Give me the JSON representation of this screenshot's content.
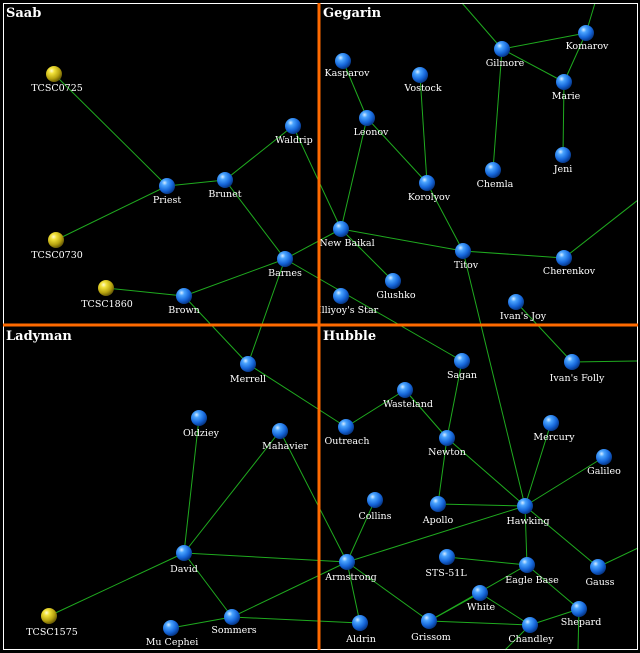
{
  "colors": {
    "background": "#000000",
    "divider": "#ff6a00",
    "route": "#1faa1f",
    "system_blue": "#1f7fe8",
    "system_yellow": "#e6d21a",
    "label": "#ffffff"
  },
  "regions": [
    {
      "id": "saab",
      "name": "Saab"
    },
    {
      "id": "gegarin",
      "name": "Gegarin"
    },
    {
      "id": "ladyman",
      "name": "Ladyman"
    },
    {
      "id": "hubble",
      "name": "Hubble"
    }
  ],
  "systems": [
    {
      "id": "tcsc0725",
      "name": "TCSC0725",
      "type": "yellow"
    },
    {
      "id": "tcsc0730",
      "name": "TCSC0730",
      "type": "yellow"
    },
    {
      "id": "tcsc1860",
      "name": "TCSC1860",
      "type": "yellow"
    },
    {
      "id": "tcsc1575",
      "name": "TCSC1575",
      "type": "yellow"
    },
    {
      "id": "priest",
      "name": "Priest",
      "type": "blue"
    },
    {
      "id": "brunet",
      "name": "Brunet",
      "type": "blue"
    },
    {
      "id": "waldrip",
      "name": "Waldrip",
      "type": "blue"
    },
    {
      "id": "barnes",
      "name": "Barnes",
      "type": "blue"
    },
    {
      "id": "brown",
      "name": "Brown",
      "type": "blue"
    },
    {
      "id": "kasparov",
      "name": "Kasparov",
      "type": "blue"
    },
    {
      "id": "vostock",
      "name": "Vostock",
      "type": "blue"
    },
    {
      "id": "leonov",
      "name": "Leonov",
      "type": "blue"
    },
    {
      "id": "gilmore",
      "name": "Gilmore",
      "type": "blue"
    },
    {
      "id": "komarov",
      "name": "Komarov",
      "type": "blue"
    },
    {
      "id": "marie",
      "name": "Marie",
      "type": "blue"
    },
    {
      "id": "chemla",
      "name": "Chemla",
      "type": "blue"
    },
    {
      "id": "jeni",
      "name": "Jeni",
      "type": "blue"
    },
    {
      "id": "korolyov",
      "name": "Korolyov",
      "type": "blue"
    },
    {
      "id": "newbaikal",
      "name": "New Baikal",
      "type": "blue"
    },
    {
      "id": "titov",
      "name": "Titov",
      "type": "blue"
    },
    {
      "id": "cherenkov",
      "name": "Cherenkov",
      "type": "blue"
    },
    {
      "id": "glushko",
      "name": "Glushko",
      "type": "blue"
    },
    {
      "id": "illiyoy",
      "name": "Illiyoy's Star",
      "type": "blue"
    },
    {
      "id": "ivansjoy",
      "name": "Ivan's Joy",
      "type": "blue"
    },
    {
      "id": "merrell",
      "name": "Merrell",
      "type": "blue"
    },
    {
      "id": "oldziey",
      "name": "Oldziey",
      "type": "blue"
    },
    {
      "id": "mahavier",
      "name": "Mahavier",
      "type": "blue"
    },
    {
      "id": "david",
      "name": "David",
      "type": "blue"
    },
    {
      "id": "sommers",
      "name": "Sommers",
      "type": "blue"
    },
    {
      "id": "mucephei",
      "name": "Mu Cephei",
      "type": "blue"
    },
    {
      "id": "sagan",
      "name": "Sagan",
      "type": "blue"
    },
    {
      "id": "ivansfolly",
      "name": "Ivan's Folly",
      "type": "blue"
    },
    {
      "id": "wasteland",
      "name": "Wasteland",
      "type": "blue"
    },
    {
      "id": "outreach",
      "name": "Outreach",
      "type": "blue"
    },
    {
      "id": "newton",
      "name": "Newton",
      "type": "blue"
    },
    {
      "id": "mercury",
      "name": "Mercury",
      "type": "blue"
    },
    {
      "id": "galileo",
      "name": "Galileo",
      "type": "blue"
    },
    {
      "id": "apollo",
      "name": "Apollo",
      "type": "blue"
    },
    {
      "id": "hawking",
      "name": "Hawking",
      "type": "blue"
    },
    {
      "id": "collins",
      "name": "Collins",
      "type": "blue"
    },
    {
      "id": "armstrong",
      "name": "Armstrong",
      "type": "blue"
    },
    {
      "id": "sts51l",
      "name": "STS-51L",
      "type": "blue"
    },
    {
      "id": "eaglebase",
      "name": "Eagle Base",
      "type": "blue"
    },
    {
      "id": "gauss",
      "name": "Gauss",
      "type": "blue"
    },
    {
      "id": "white",
      "name": "White",
      "type": "blue"
    },
    {
      "id": "shepard",
      "name": "Shepard",
      "type": "blue"
    },
    {
      "id": "aldrin",
      "name": "Aldrin",
      "type": "blue"
    },
    {
      "id": "grissom",
      "name": "Grissom",
      "type": "blue"
    },
    {
      "id": "chandley",
      "name": "Chandley",
      "type": "blue"
    }
  ],
  "routes": [
    [
      "tcsc0725",
      "priest"
    ],
    [
      "tcsc0730",
      "priest"
    ],
    [
      "priest",
      "brunet"
    ],
    [
      "brunet",
      "waldrip"
    ],
    [
      "brunet",
      "barnes"
    ],
    [
      "waldrip",
      "newbaikal"
    ],
    [
      "barnes",
      "brown"
    ],
    [
      "barnes",
      "newbaikal"
    ],
    [
      "barnes",
      "merrell"
    ],
    [
      "barnes",
      "sagan"
    ],
    [
      "tcsc1860",
      "brown"
    ],
    [
      "brown",
      "merrell"
    ],
    [
      "merrell",
      "outreach"
    ],
    [
      "kasparov",
      "leonov"
    ],
    [
      "leonov",
      "newbaikal"
    ],
    [
      "leonov",
      "korolyov"
    ],
    [
      "vostock",
      "korolyov"
    ],
    [
      "korolyov",
      "titov"
    ],
    [
      "newbaikal",
      "titov"
    ],
    [
      "newbaikal",
      "glushko"
    ],
    [
      "titov",
      "cherenkov"
    ],
    [
      "titov",
      "hawking"
    ],
    [
      "gilmore",
      "komarov"
    ],
    [
      "gilmore",
      "marie"
    ],
    [
      "gilmore",
      "chemla"
    ],
    [
      "komarov",
      "marie"
    ],
    [
      "marie",
      "jeni"
    ],
    [
      "ivansjoy",
      "ivansfolly"
    ],
    [
      "oldziey",
      "david"
    ],
    [
      "mahavier",
      "david"
    ],
    [
      "mahavier",
      "armstrong"
    ],
    [
      "david",
      "tcsc1575"
    ],
    [
      "david",
      "sommers"
    ],
    [
      "david",
      "armstrong"
    ],
    [
      "sommers",
      "mucephei"
    ],
    [
      "sommers",
      "armstrong"
    ],
    [
      "sommers",
      "aldrin"
    ],
    [
      "outreach",
      "wasteland"
    ],
    [
      "wasteland",
      "newton"
    ],
    [
      "sagan",
      "newton"
    ],
    [
      "newton",
      "apollo"
    ],
    [
      "newton",
      "hawking"
    ],
    [
      "mercury",
      "hawking"
    ],
    [
      "galileo",
      "hawking"
    ],
    [
      "apollo",
      "hawking"
    ],
    [
      "hawking",
      "eaglebase"
    ],
    [
      "hawking",
      "gauss"
    ],
    [
      "collins",
      "armstrong"
    ],
    [
      "armstrong",
      "aldrin"
    ],
    [
      "armstrong",
      "grissom"
    ],
    [
      "armstrong",
      "hawking"
    ],
    [
      "sts51l",
      "eaglebase"
    ],
    [
      "eaglebase",
      "grissom"
    ],
    [
      "eaglebase",
      "shepard"
    ],
    [
      "grissom",
      "white"
    ],
    [
      "grissom",
      "chandley"
    ],
    [
      "white",
      "chandley"
    ],
    [
      "shepard",
      "chandley"
    ]
  ],
  "offmap_routes": [
    [
      "gilmore",
      "n1"
    ],
    [
      "komarov",
      "n2"
    ],
    [
      "cherenkov",
      "e1"
    ],
    [
      "ivansfolly",
      "e2"
    ],
    [
      "gauss",
      "e3"
    ],
    [
      "shepard",
      "s1"
    ],
    [
      "chandley",
      "s2"
    ]
  ]
}
